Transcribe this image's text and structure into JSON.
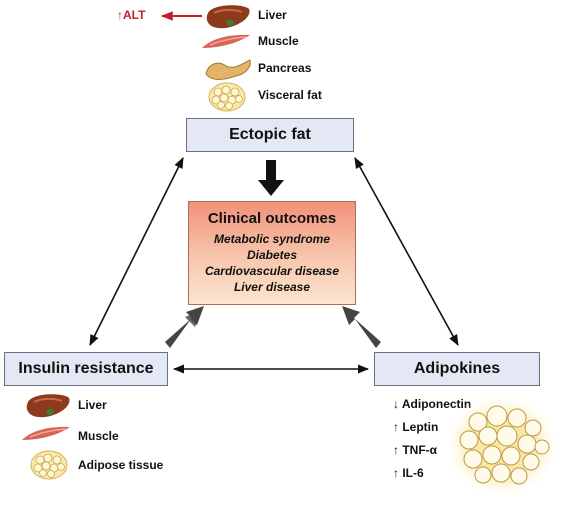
{
  "top_organs": [
    {
      "label": "Liver",
      "icon": "liver-icon"
    },
    {
      "label": "Muscle",
      "icon": "muscle-icon"
    },
    {
      "label": "Pancreas",
      "icon": "pancreas-icon"
    },
    {
      "label": "Visceral fat",
      "icon": "fat-cells-icon"
    }
  ],
  "alt_label": "ALT",
  "ectopic_fat": "Ectopic fat",
  "clinical": {
    "title": "Clinical outcomes",
    "items": [
      "Metabolic syndrome",
      "Diabetes",
      "Cardiovascular disease",
      "Liver disease"
    ]
  },
  "insulin_resistance": "Insulin resistance",
  "adipokines": "Adipokines",
  "left_organs": [
    {
      "label": "Liver",
      "icon": "liver-icon"
    },
    {
      "label": "Muscle",
      "icon": "muscle-icon"
    },
    {
      "label": "Adipose tissue",
      "icon": "fat-cells-icon"
    }
  ],
  "adipokine_list": [
    {
      "label": "Adiponectin",
      "direction": "down"
    },
    {
      "label": "Leptin",
      "direction": "up"
    },
    {
      "label": "TNF-α",
      "direction": "up"
    },
    {
      "label": "IL-6",
      "direction": "up"
    }
  ],
  "colors": {
    "box_fill": "#e4e7f4",
    "alt_red": "#c0202a",
    "liver": "#8b3a1e",
    "muscle": "#d9645a",
    "fat": "#f0d98a"
  }
}
